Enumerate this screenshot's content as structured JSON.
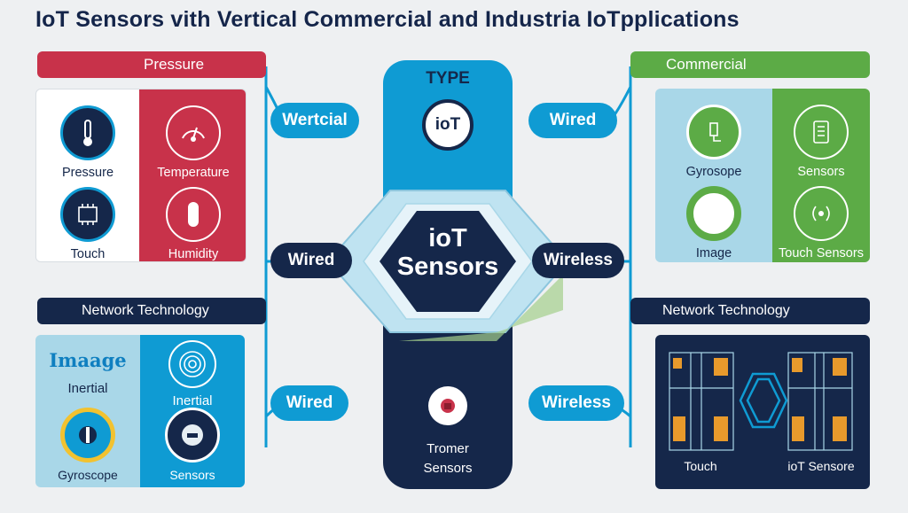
{
  "title": "IoT Sensors vith Vertical Commercial and Industria IoTpplications",
  "left": {
    "top_banner": "Pressure",
    "top_items": [
      "Pressure",
      "Temperature",
      "Touch",
      "Humidity"
    ],
    "bottom_banner": "Network Technology",
    "bottom_items": [
      "Imaage",
      "Inertial",
      "Inertial",
      "Gyroscope",
      "Sensors"
    ]
  },
  "right": {
    "top_banner": "Commercial",
    "top_items": [
      "Gyrosope",
      "Sensors",
      "Image",
      "Touch Sensors"
    ],
    "bottom_banner": "Network Technology",
    "bottom_items": [
      "Touch",
      "ioT Sensore"
    ]
  },
  "center": {
    "type_label": "TYPE",
    "iot_badge": "ioT",
    "hex_line1": "ioT",
    "hex_line2": "Sensors",
    "bottom_line1": "Tromer",
    "bottom_line2": "Sensors"
  },
  "connectors": {
    "left_top": "Wertcial",
    "left_mid": "Wired",
    "left_bottom": "Wired",
    "right_top": "Wired",
    "right_mid": "Wireless",
    "right_bottom": "Wireless"
  },
  "colors": {
    "navy": "#15274a",
    "red": "#c8324a",
    "green": "#5cab46",
    "blue": "#0f9bd3",
    "light_blue": "#a9d7e8"
  }
}
